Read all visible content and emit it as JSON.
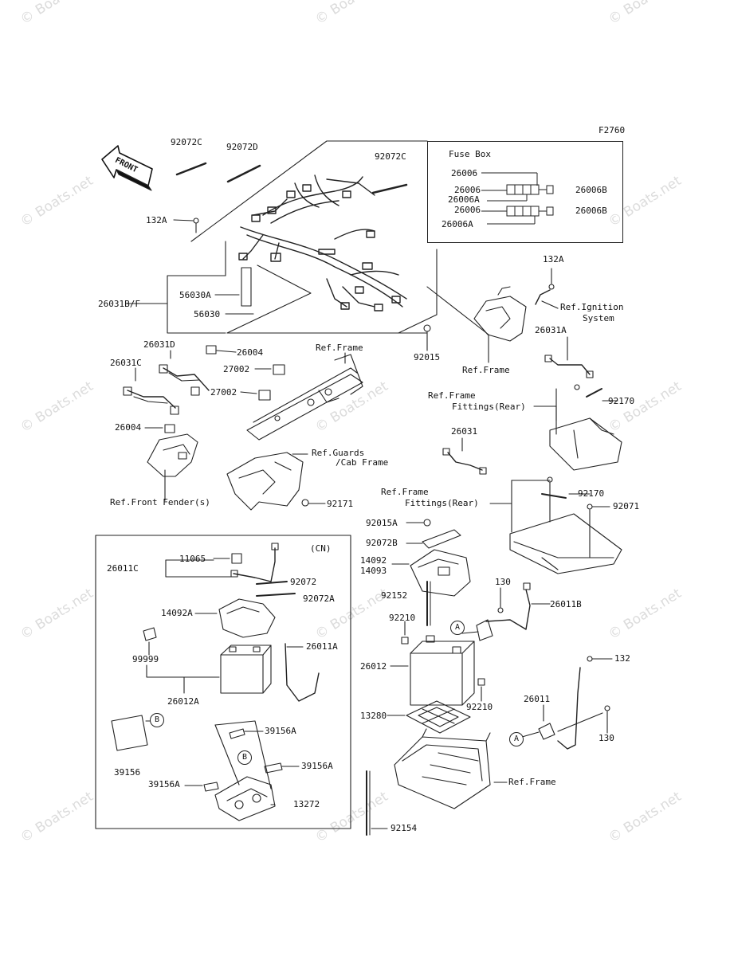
{
  "diagram_code": "F2760",
  "front_arrow": "FRONT",
  "fuse_box_title": "Fuse Box",
  "cn_label": "(CN)",
  "watermark": "© Boats.net",
  "labels": {
    "l92072C_a": "92072C",
    "l92072D": "92072D",
    "l92072C_b": "92072C",
    "l132A_a": "132A",
    "l26031BF": "26031B/F",
    "l56030A": "56030A",
    "l56030": "56030",
    "l26004_a": "26004",
    "l92015": "92015",
    "lRefFrame_a": "Ref.Frame",
    "l26031D": "26031D",
    "l26031C": "26031C",
    "l27002_a": "27002",
    "l27002_b": "27002",
    "lRefFrame_b": "Ref.Frame",
    "l26004_b": "26004",
    "lRefGuards1": "Ref.Guards",
    "lRefGuards2": "/Cab Frame",
    "lRefFrontFender": "Ref.Front Fender(s)",
    "l92171": "92171",
    "l132A_b": "132A",
    "lRefIgn1": "Ref.Ignition",
    "lRefIgn2": "System",
    "l26031A": "26031A",
    "lRefFittings1a": "Ref.Frame",
    "lRefFittings1b": "Fittings(Rear)",
    "l92170_a": "92170",
    "l26031": "26031",
    "lRefFittings2a": "Ref.Frame",
    "lRefFittings2b": "Fittings(Rear)",
    "l92170_b": "92170",
    "l92071": "92071",
    "l26006_1": "26006",
    "l26006_2": "26006",
    "l26006A_1": "26006A",
    "l26006_3": "26006",
    "l26006A_2": "26006A",
    "l26006B_1": "26006B",
    "l26006B_2": "26006B",
    "l11065": "11065",
    "l26011C": "26011C",
    "l92072": "92072",
    "l92072A": "92072A",
    "l14092A": "14092A",
    "l99999": "99999",
    "l26011A": "26011A",
    "l26012A": "26012A",
    "l39156A_a": "39156A",
    "l39156": "39156",
    "l39156A_b": "39156A",
    "l39156A_c": "39156A",
    "l13272": "13272",
    "l92015A": "92015A",
    "l92072B": "92072B",
    "l14092": "14092",
    "l14093": "14093",
    "l92152": "92152",
    "l130_a": "130",
    "l26011B": "26011B",
    "l92210_a": "92210",
    "l26012": "26012",
    "l92210_b": "92210",
    "l13280": "13280",
    "l132": "132",
    "l26011": "26011",
    "l130_b": "130",
    "lRefFrame_c": "Ref.Frame",
    "l92154": "92154"
  },
  "callouts": {
    "A1": "A",
    "A2": "A",
    "B1": "B",
    "B2": "B"
  }
}
